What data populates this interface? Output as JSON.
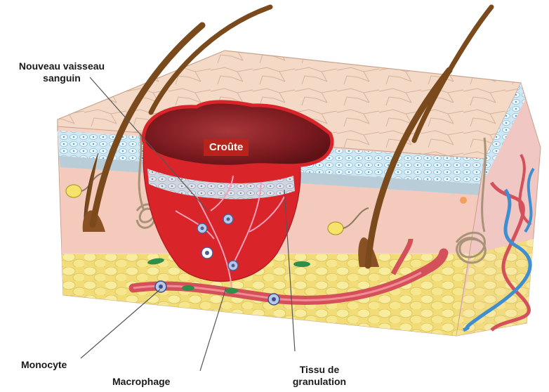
{
  "labels": {
    "new_vessel_line1": "Nouveau vaisseau",
    "new_vessel_line2": "sanguin",
    "scab": "Croûte",
    "monocyte": "Monocyte",
    "macrophage": "Macrophage",
    "granulation_line1": "Tissu de",
    "granulation_line2": "granulation"
  },
  "colors": {
    "epidermis_top": "#f2d6c2",
    "epidermis_cells": "#bfe0ee",
    "dermis": "#f3cfc3",
    "fat": "#f4e48a",
    "wound": "#d9252a",
    "scab": "#8b1f24",
    "hair": "#7a4a1c",
    "vessel_red": "#d4505a",
    "vessel_blue": "#3f8fd0"
  }
}
